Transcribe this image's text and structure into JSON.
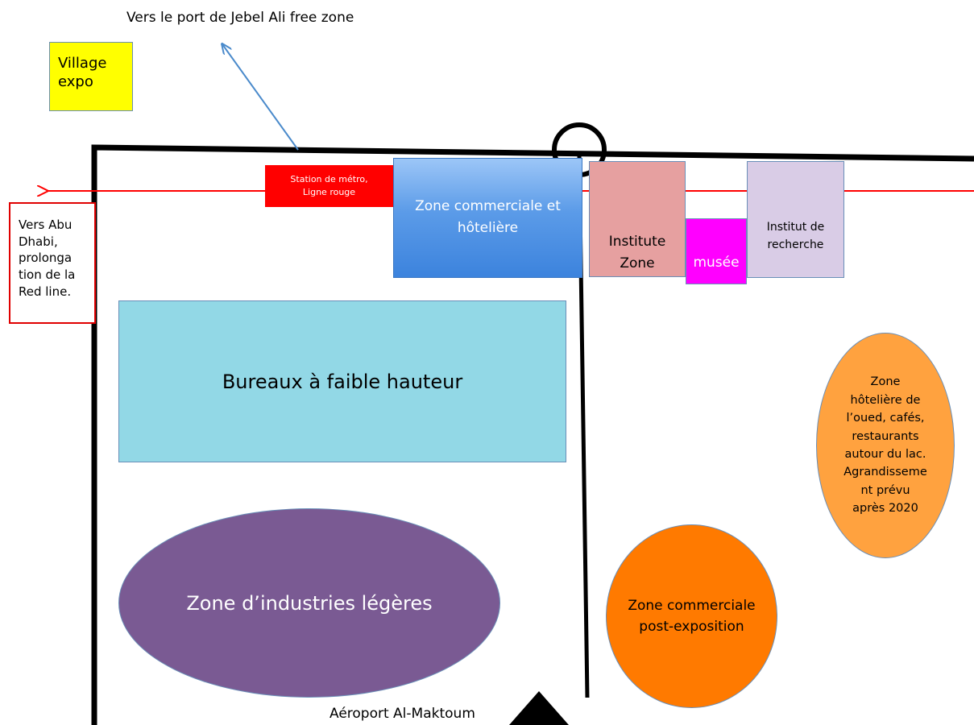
{
  "labels": {
    "jebel_ali": "Vers le port de Jebel Ali free zone",
    "village_expo_line1": "Village",
    "village_expo_line2": "expo",
    "abu_dhabi_line1": "Vers Abu",
    "abu_dhabi_line2": "Dhabi,",
    "abu_dhabi_line3": "prolonga",
    "abu_dhabi_line4": "tion de la",
    "abu_dhabi_line5": "Red line.",
    "metro_line1": "Station de métro,",
    "metro_line2": "Ligne rouge",
    "commercial_hotel_line1": "Zone commerciale et",
    "commercial_hotel_line2": "hôtelière",
    "institute_line1": "Institute",
    "institute_line2": "Zone",
    "museum": "musée",
    "research_line1": "Institut de",
    "research_line2": "recherche",
    "offices": "Bureaux à faible hauteur",
    "light_industry": "Zone d’industries légères",
    "post_expo_line1": "Zone commerciale",
    "post_expo_line2": "post-exposition",
    "wadi_line1": "Zone",
    "wadi_line2": "hôtelière de",
    "wadi_line3": "l’oued, cafés,",
    "wadi_line4": "restaurants",
    "wadi_line5": "autour du lac.",
    "wadi_line6": "Agrandisseme",
    "wadi_line7": "nt prévu",
    "wadi_line8": "après 2020",
    "airport": "Aéroport Al-Maktoum"
  },
  "colors": {
    "village_expo": "#ffff00",
    "metro": "#ff0000",
    "red_line": "#ff0000",
    "commercial_hotel": "#5b9be8",
    "institute": "#e6a0a0",
    "museum": "#ff00ff",
    "research": "#d9cce6",
    "offices": "#92d8e6",
    "light_industry": "#7a5a93",
    "post_expo": "#ff7a00",
    "wadi": "#ffa23f",
    "arrow_blue": "#4a8acb"
  }
}
